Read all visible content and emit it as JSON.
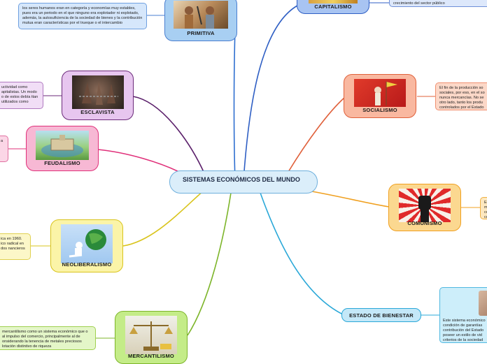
{
  "center": {
    "title": "SISTEMAS ECONÓMICOS DEL MUNDO"
  },
  "nodes": {
    "primitiva": {
      "label": "PRIMITIVA",
      "note": "los seres humanos eran en categoría y economías muy estables, pues era un periodo en el que ninguno era explotador ni explotado, además, la autosuficiencia de la sociedad de bienes y la contribución mutua eran características por el trueque o el intercambio",
      "color": "#4a7fd0"
    },
    "esclavista": {
      "label": "ESCLAVISTA",
      "note": "uctividad como apitalistas. Un modo o de estos debía ttan utilizados como",
      "color": "#6b2a7a"
    },
    "feudalismo": {
      "label": "FEUDALISMO",
      "note": "a",
      "color": "#e0307a"
    },
    "neoliberalismo": {
      "label": "NEOLIBERALISMO",
      "note": "ica en 1960. ico radical en dos nancieros",
      "color": "#d9c41c"
    },
    "mercantilismo": {
      "label": "MERCANTILISMO",
      "note": "mercantilismo como un sistema económico que o al impulso del comercio, principalmente al de onsiderando la tenencia de metales preciosos lotación distintivo de riqueza",
      "color": "#7db52a"
    },
    "capitalismo": {
      "label": "CAPITALISMO",
      "note": "crecimiento del sector público",
      "color": "#2f5fc4"
    },
    "socialismo": {
      "label": "SOCIALISMO",
      "note": "El fin de la producción so sociales, por eso, en el so nunca mercancías. No se otro lado, tanto los produ controlados por el Estado",
      "color": "#e0603a"
    },
    "comunismo": {
      "label": "COMUNISMO",
      "note": "El mu co co",
      "color": "#f0a020"
    },
    "estado": {
      "label": "ESTADO DE BIENESTAR",
      "note": "Este sistema económico condición de garantías contribución del Estado poseer un estilo de vid criterios de la sociedad",
      "color": "#2aa8d8"
    }
  }
}
